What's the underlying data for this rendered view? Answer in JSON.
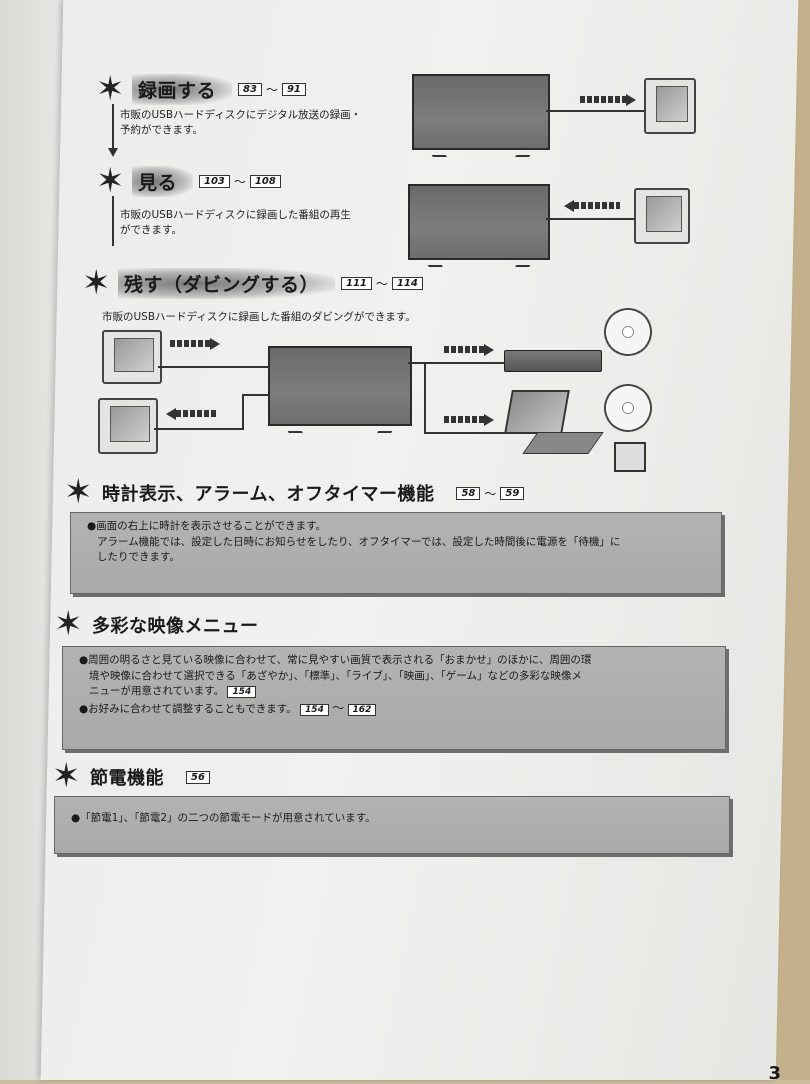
{
  "sections": {
    "record": {
      "title": "録画する",
      "ref_from": "83",
      "ref_to": "91",
      "desc": [
        "市販のUSBハードディスクにデジタル放送の録画・",
        "予約ができます。"
      ]
    },
    "watch": {
      "title": "見る",
      "ref_from": "103",
      "ref_to": "108",
      "desc": [
        "市販のUSBハードディスクに録画した番組の再生",
        "ができます。"
      ]
    },
    "dubbing": {
      "title": "残す（ダビングする）",
      "ref_from": "111",
      "ref_to": "114",
      "desc": "市販のUSBハードディスクに録画した番組のダビングができます。"
    },
    "clock": {
      "title": "時計表示、アラーム、オフタイマー機能",
      "ref_from": "58",
      "ref_to": "59",
      "lines": [
        "●画面の右上に時計を表示させることができます。",
        "アラーム機能では、設定した日時にお知らせをしたり、オフタイマーでは、設定した時間後に電源を「待機」に",
        "したりできます。"
      ]
    },
    "picture": {
      "title": "多彩な映像メニュー",
      "lines": [
        "●周囲の明るさと見ている映像に合わせて、常に見やすい画質で表示される「おまかせ」のほかに、周囲の環",
        "境や映像に合わせて選択できる「あざやか」、「標準」、「ライブ」、「映画」、「ゲーム」などの多彩な映像メ",
        "ニューが用意されています。"
      ],
      "line1_ref": "154",
      "line2": "●お好みに合わせて調整することもできます。",
      "line2_ref_from": "154",
      "line2_ref_to": "162"
    },
    "eco": {
      "title": "節電機能",
      "ref": "56",
      "line": "●「節電1」、「節電2」の二つの節電モードが用意されています。"
    }
  },
  "tilde": "～",
  "page_number": "3"
}
